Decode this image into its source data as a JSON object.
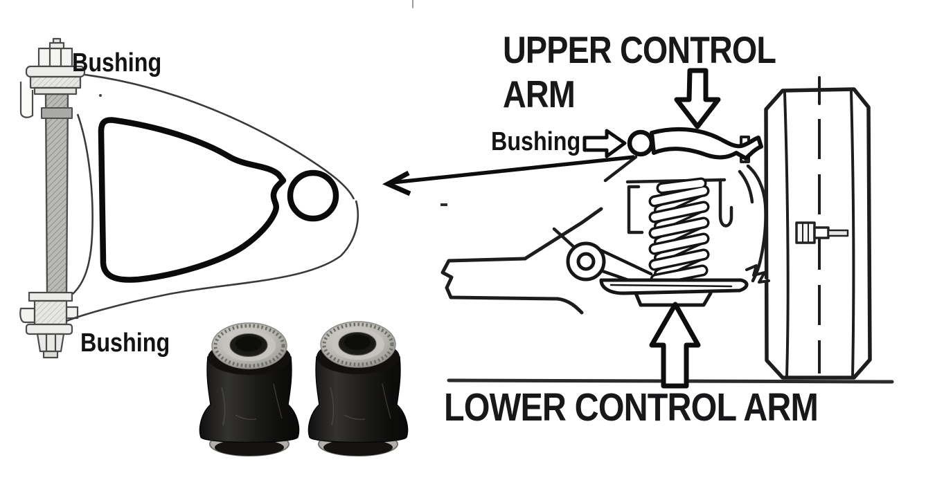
{
  "labels": {
    "upper_control_arm": "UPPER CONTROL ARM",
    "lower_control_arm": "LOWER CONTROL ARM",
    "bushing_left_top": "Bushing",
    "bushing_left_bottom": "Bushing",
    "bushing_right": "Bushing"
  },
  "colors": {
    "background": "#ffffff",
    "ink": "#161616",
    "thin_line": "#3a3a3a",
    "washer_silver": "#b6b5b0",
    "rubber_black": "#171614"
  },
  "icons": {
    "down_block_arrow": "points to upper control arm in assembly",
    "up_block_arrow": "points to lower control arm in assembly",
    "right_block_arrow": "points to bushing eye of upper arm",
    "long_thin_arrow": "links assembly bushing to exploded arm view"
  }
}
